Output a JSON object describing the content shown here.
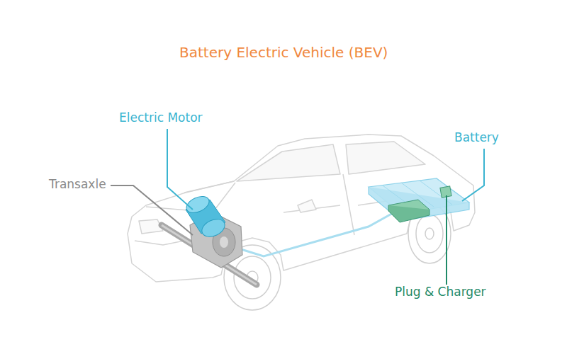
{
  "diagram": {
    "title": "Battery Electric Vehicle (BEV)",
    "labels": [
      "Electric Motor",
      "Transaxle",
      "Battery",
      "Plug & Charger"
    ]
  }
}
